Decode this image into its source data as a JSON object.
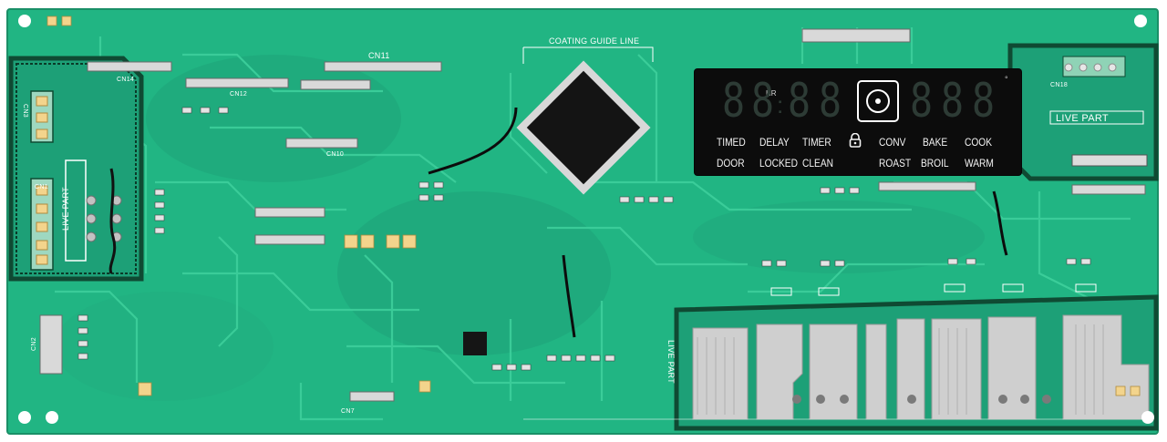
{
  "display": {
    "digits": [
      "8",
      "8",
      "8",
      "8",
      "8",
      "8",
      "8"
    ],
    "hr_label": "HR",
    "degree_symbol": "°",
    "labels_row1": [
      "TIMED",
      "DELAY",
      "TIMER",
      "CONV",
      "BAKE",
      "COOK"
    ],
    "labels_row2": [
      "DOOR",
      "LOCKED",
      "CLEAN",
      "ROAST",
      "BROIL",
      "WARM"
    ]
  },
  "silkscreen": {
    "coating_guide": "COATING GUIDE LINE",
    "live_part_left": "LIVE PART",
    "live_part_right": "LIVE PART",
    "live_part_bottom": "LIVE PART",
    "cn1": "CN1",
    "cn2": "CN2",
    "cn3": "CN3",
    "cn7": "CN7",
    "cn10": "CN10",
    "cn11": "CN11",
    "cn12": "CN12",
    "cn14": "CN14",
    "cn18": "CN18"
  },
  "colors": {
    "board": "#21b583",
    "board_dark": "#189e70",
    "trace": "#37c996",
    "border_dark": "#0f4a33",
    "panel": "#0c0c0c"
  }
}
